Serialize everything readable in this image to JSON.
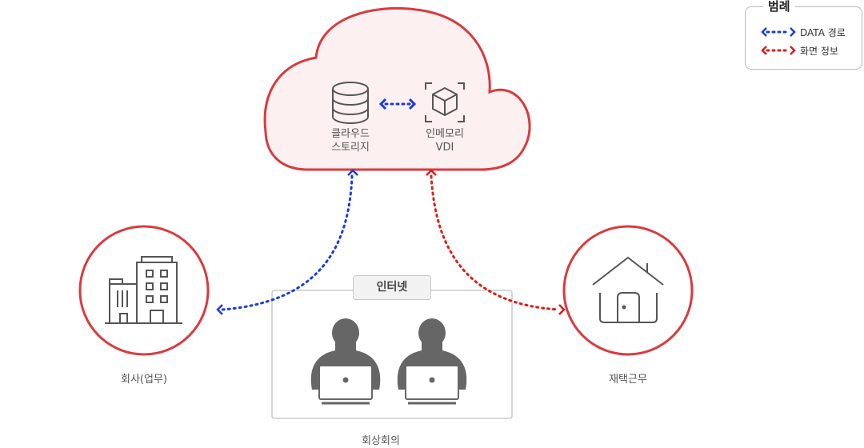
{
  "legend": {
    "title": "범례",
    "items": [
      {
        "label": "DATA 경로",
        "color": "#1a3ae8"
      },
      {
        "label": "화면 정보",
        "color": "#e01a1a"
      }
    ]
  },
  "cloud": {
    "storage_label": "클라우드\n스토리지",
    "vdi_label": "인메모리\nVDI"
  },
  "nodes": {
    "company": "회사(업무)",
    "home": "재택근무",
    "meeting": "회상회의",
    "internet": "인터넷"
  },
  "colors": {
    "data_path": "#1a3ae8",
    "screen_info": "#e01a1a",
    "cloud_fill": "#fdf0f0",
    "outline": "#d93a3f",
    "icon": "#555555",
    "person": "#666666"
  }
}
